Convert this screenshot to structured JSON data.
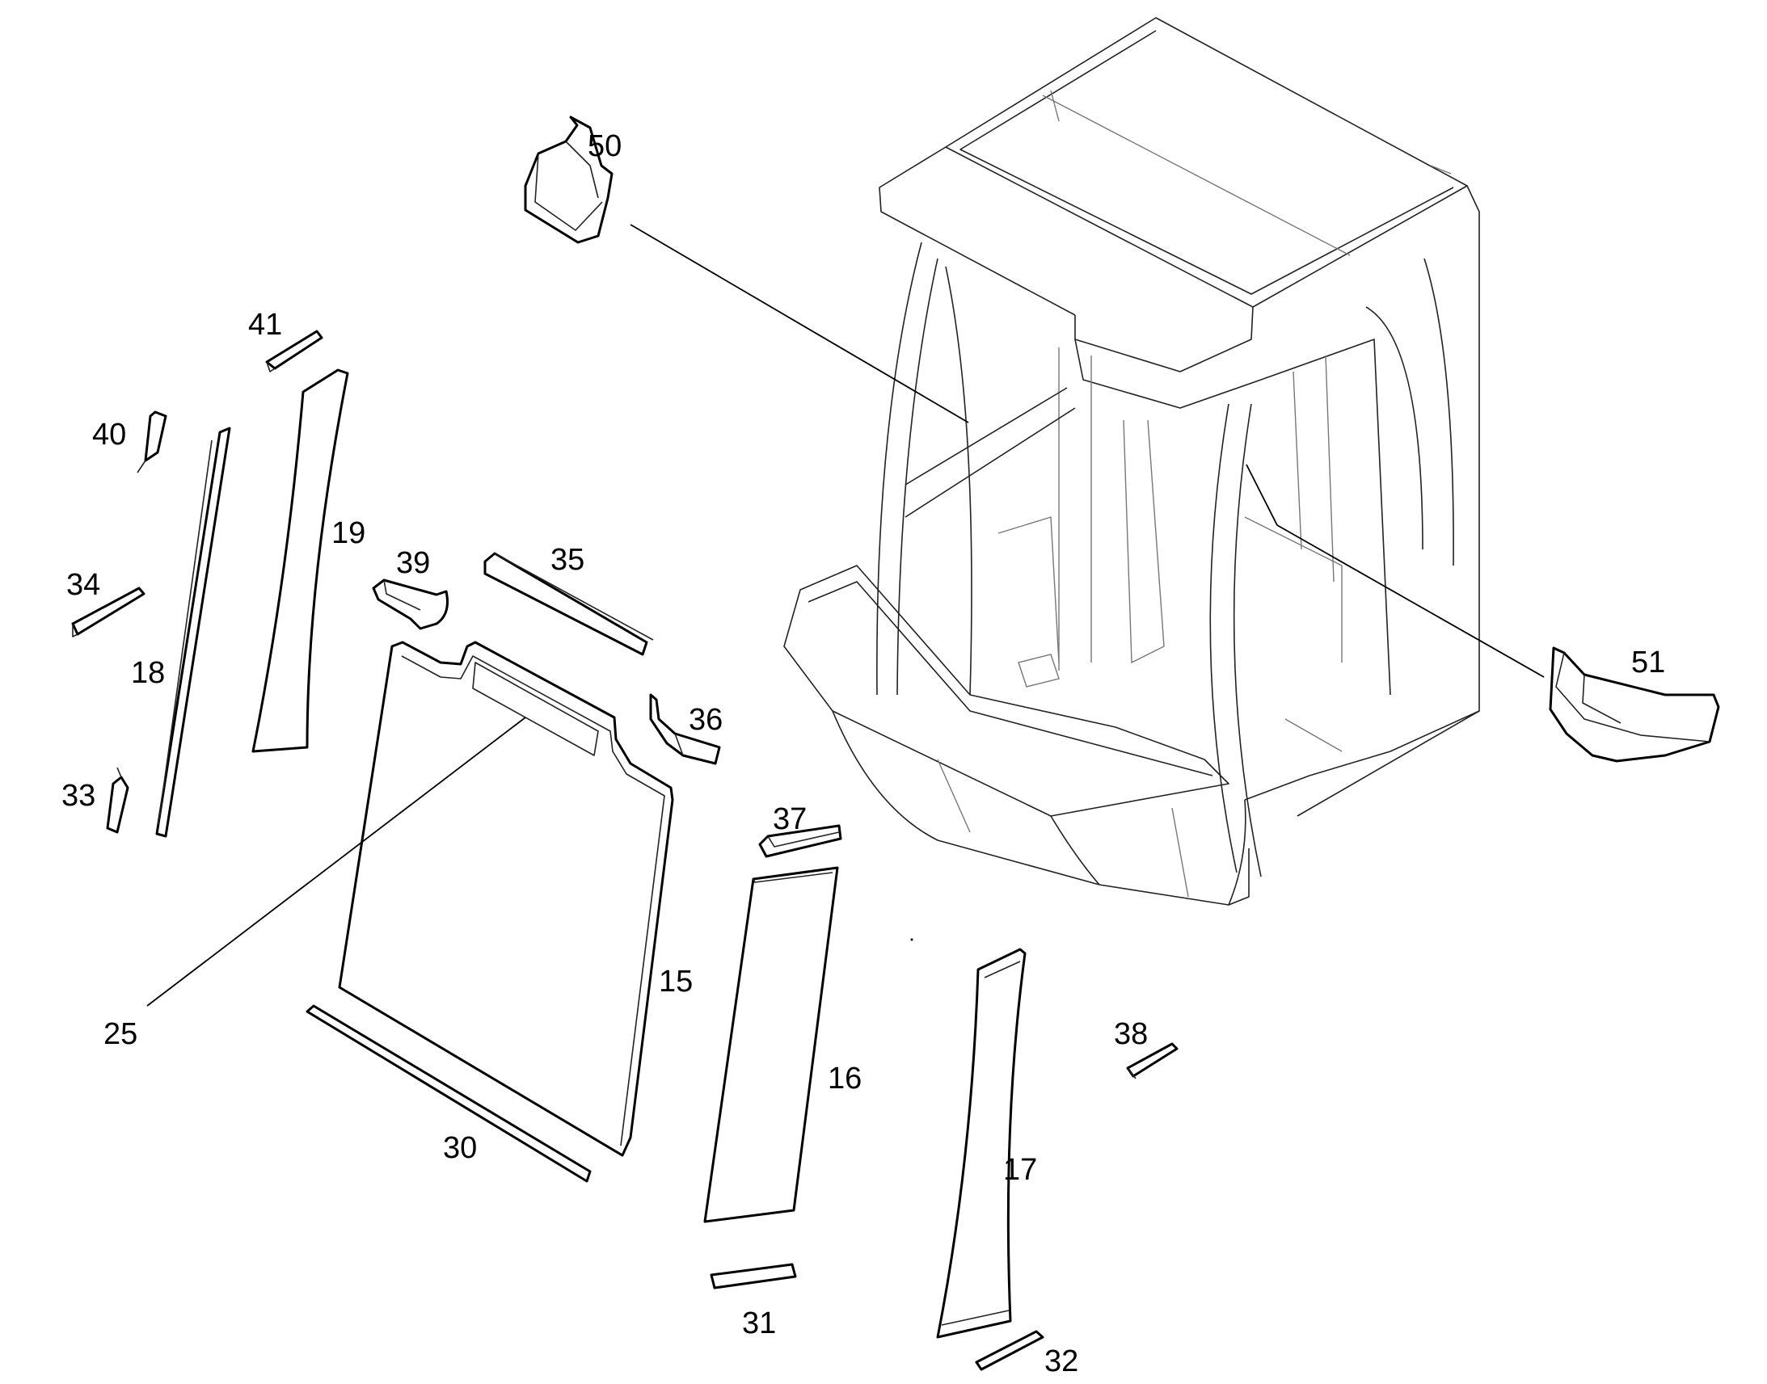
{
  "diagram": {
    "colors": {
      "line": "#000000",
      "detail": "#777777",
      "background": "#ffffff"
    },
    "callouts": [
      "15",
      "16",
      "17",
      "18",
      "19",
      "25",
      "30",
      "31",
      "32",
      "33",
      "34",
      "35",
      "36",
      "37",
      "38",
      "39",
      "40",
      "41",
      "50",
      "51"
    ]
  }
}
